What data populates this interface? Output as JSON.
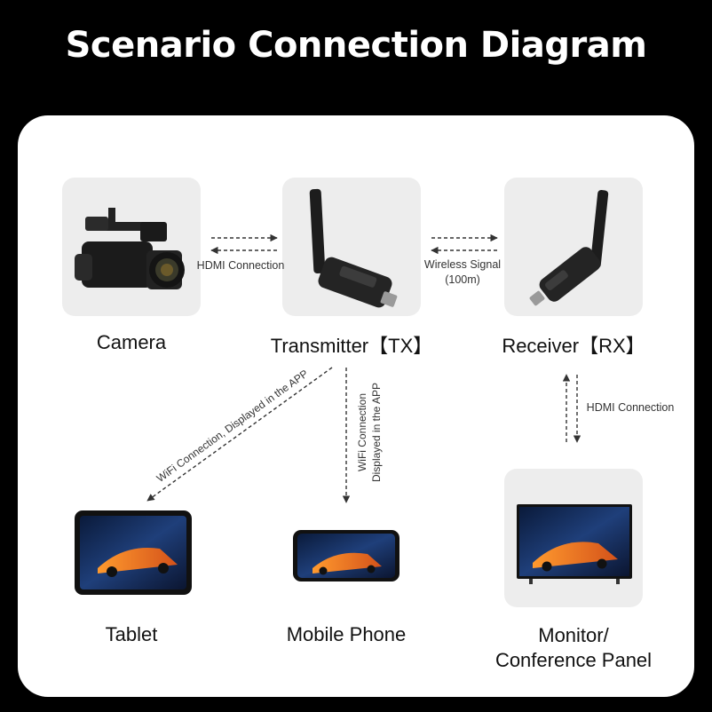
{
  "title": "Scenario Connection Diagram",
  "devices": {
    "camera": "Camera",
    "transmitter": "Transmitter【TX】",
    "receiver": "Receiver【RX】",
    "tablet": "Tablet",
    "phone": "Mobile Phone",
    "monitor_line1": "Monitor/",
    "monitor_line2": "Conference Panel"
  },
  "connections": {
    "camera_tx": "HDMI Connection",
    "wireless_line1": "Wireless Signal",
    "wireless_line2": "(100m)",
    "rx_monitor": "HDMI Connection",
    "tx_tablet": "WiFi Connection, Displayed in the APP",
    "tx_phone_line1": "WiFi Connection",
    "tx_phone_line2": "Displayed in the APP"
  }
}
